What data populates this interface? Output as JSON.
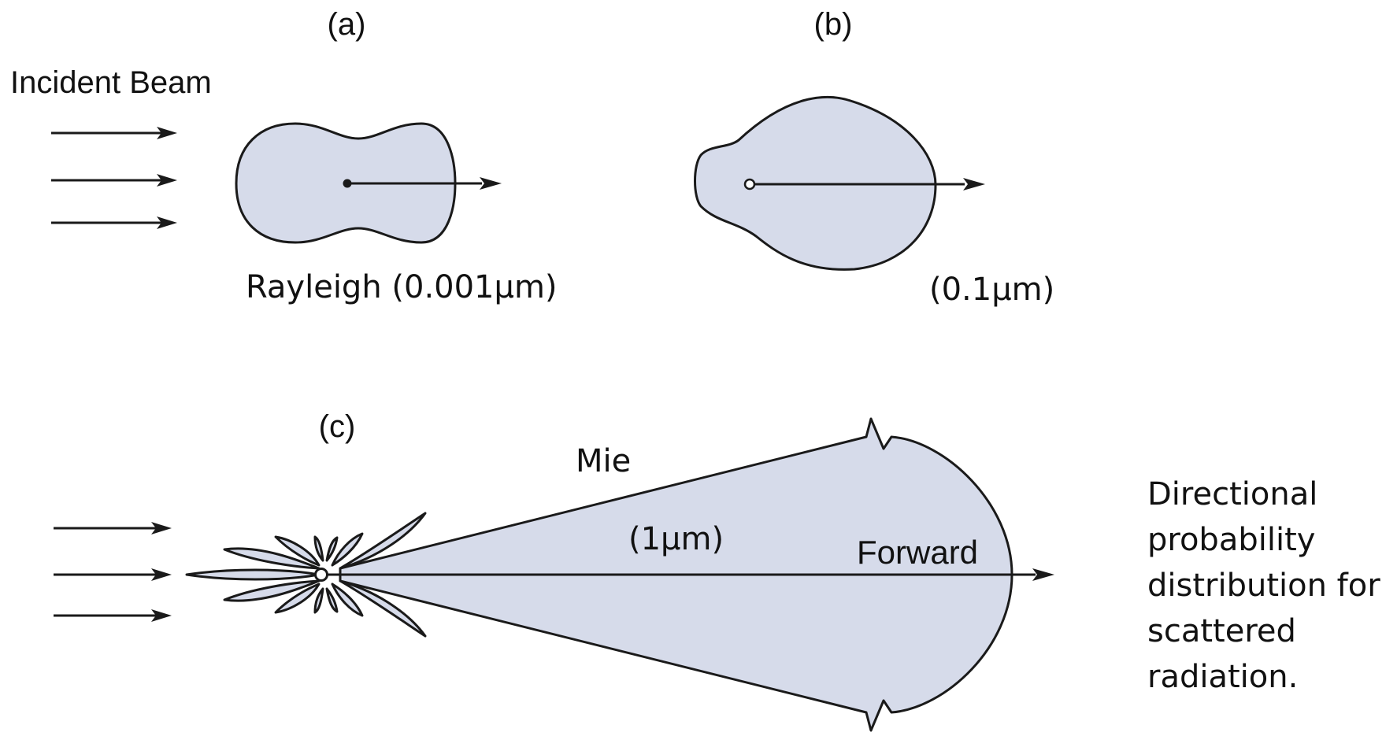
{
  "panels": {
    "a": {
      "label": "(a)",
      "size_label": "Rayleigh (0.001μm)"
    },
    "b": {
      "label": "(b)",
      "size_label": "(0.1μm)"
    },
    "c": {
      "label": "(c)",
      "mie_label": "Mie",
      "size_label": "(1μm)",
      "forward_label": "Forward"
    }
  },
  "incident_label": "Incident Beam",
  "caption": {
    "lines": [
      "Directional",
      "probability",
      "distribution for",
      "scattered",
      "radiation."
    ]
  },
  "colors": {
    "lobe_fill": "#d6dbea",
    "stroke": "#1a1a1a"
  }
}
